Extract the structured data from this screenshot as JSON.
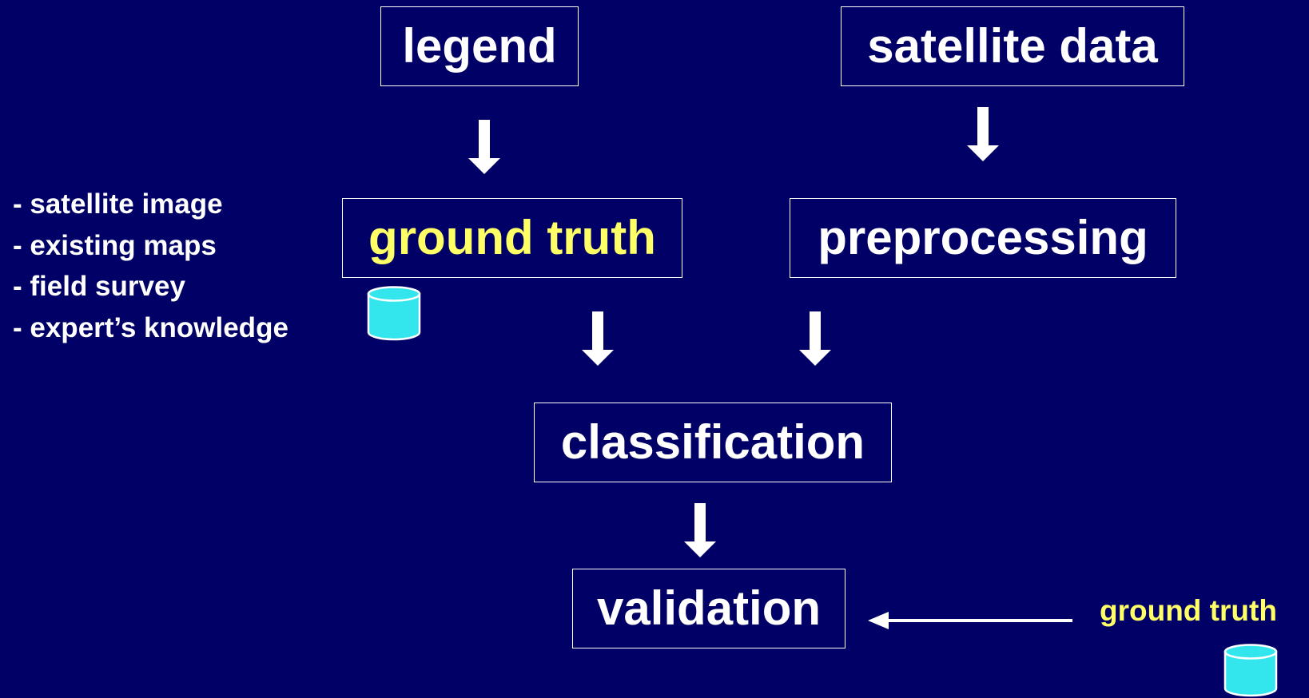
{
  "colors": {
    "background": "#000066",
    "box_border": "#ffffff",
    "text_white": "#ffffff",
    "text_yellow": "#ffff66",
    "database_fill": "#33e6ee"
  },
  "nodes": {
    "legend": "legend",
    "satellite_data": "satellite data",
    "ground_truth": "ground truth",
    "preprocessing": "preprocessing",
    "classification": "classification",
    "validation": "validation"
  },
  "ground_truth_sources": [
    "- satellite image",
    "- existing maps",
    "- field survey",
    "- expert’s knowledge"
  ],
  "validation_input_label": "ground truth",
  "icons": {
    "database": "database-cylinder-icon",
    "arrow_down": "arrow-down-icon",
    "arrow_left": "arrow-left-icon"
  }
}
